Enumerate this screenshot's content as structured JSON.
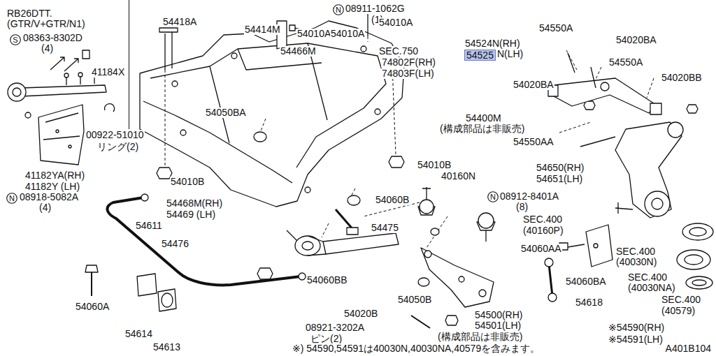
{
  "diagram": {
    "nodes": [
      {
        "text": [
          "RB26DTT. (GTR/V+GTR/N1)"
        ]
      },
      {
        "text": [
          "S"
        ],
        "in": 0
      },
      {
        "text": [
          "N"
        ]
      },
      {
        "text": [
          "54525"
        ]
      },
      {
        "text": [
          "N"
        ]
      },
      {
        "text": [
          "N"
        ]
      }
    ],
    "labels": [
      "08363-8302D",
      "(4)",
      "41184X",
      "00922-51010",
      "リング(2)",
      "41182YA(RH)",
      "41182Y (LH)",
      "08918-5082A",
      "(4)",
      "54418A",
      "54414M",
      "08911-1062G",
      "(1)",
      "54010AA",
      "54010A",
      "54010A",
      "54466M",
      "SEC.750",
      "74802F(RH)",
      "74803F(LH)",
      "54524N(RH)",
      "N(LH)",
      "54550A",
      "54020BA",
      "54550A",
      "54020BA",
      "54020BB",
      "54550AA",
      "54050BA",
      "54400M",
      "(構成部品は非販売)",
      "54010B",
      "54010B",
      "40160N",
      "08912-8401A",
      "(8)",
      "54650(RH)",
      "54651(LH)",
      "54060B",
      "SEC.400",
      "(40160P)",
      "54468M(RH)",
      "54469 (LH)",
      "54611",
      "54475",
      "54476",
      "54060AA",
      "SEC.400",
      "(40030N)",
      "SEC.400",
      "(40030NA)",
      "SEC.400",
      "(40579)",
      "54060BB",
      "54060A",
      "54060BA",
      "54618",
      "54050B",
      "54020B",
      "54500(RH)",
      "54501(LH)",
      "(構成部品は非販売)",
      "08921-3202A",
      "ピン(2)",
      "54614",
      "54613",
      "※54590(RH)",
      "※54591(LH)",
      "※) 54590,54591は40030N,40030NA,40579を含みます。",
      "A401B104"
    ]
  }
}
